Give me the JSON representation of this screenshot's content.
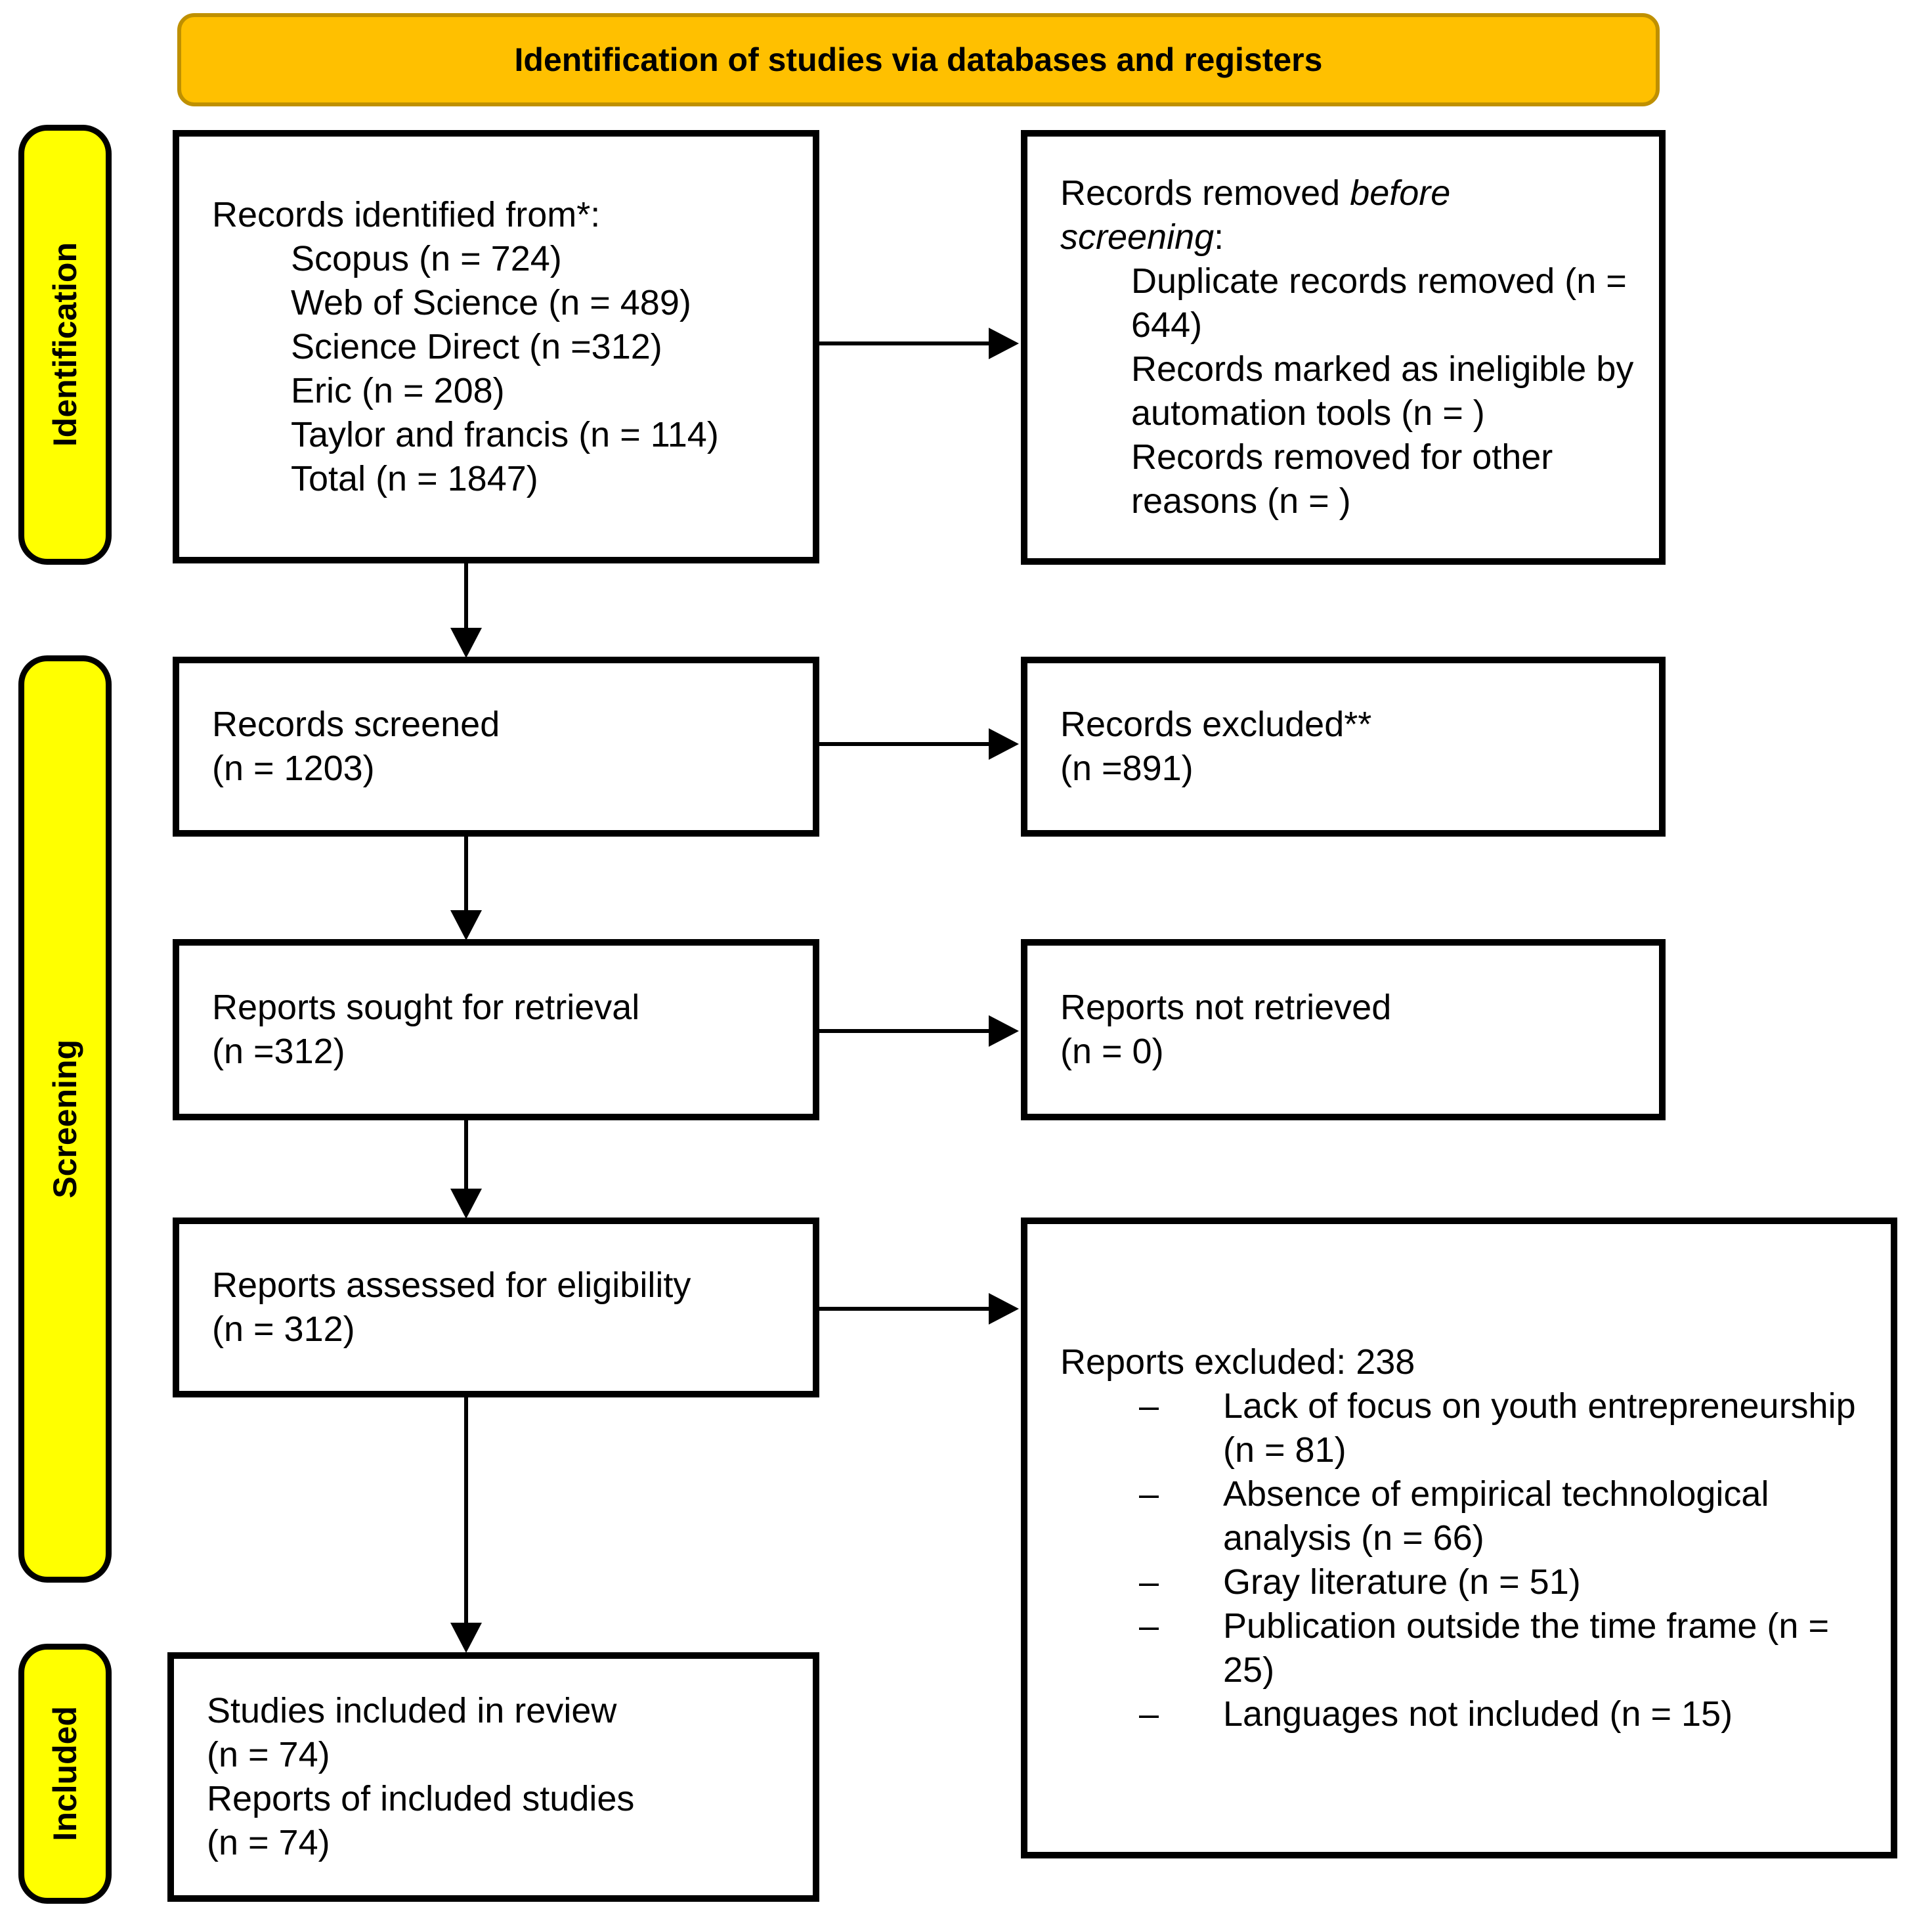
{
  "figure": {
    "title": "Identification of studies via databases and registers"
  },
  "colors": {
    "banner_fill": "#FFC000",
    "banner_border": "#BF9000",
    "stage_fill": "#FFFF00",
    "box_border": "#000000"
  },
  "stages": [
    {
      "label": "Identification"
    },
    {
      "label": "Screening"
    },
    {
      "label": "Included"
    }
  ],
  "boxes": {
    "identified": {
      "intro": "Records identified from*:",
      "items": [
        "Scopus (n = 724)",
        "Web of Science (n = 489)",
        "Science Direct (n =312)",
        "Eric (n = 208)",
        "Taylor and francis (n = 114)",
        "Total (n = 1847)"
      ]
    },
    "removed": {
      "intro_prefix": "Records removed ",
      "intro_italic": "before screening",
      "intro_suffix": ":",
      "items": [
        "Duplicate records removed (n = 644)",
        "Records marked as ineligible by automation tools (n = )",
        "Records removed for other reasons (n = )"
      ]
    },
    "screened": {
      "line1": "Records screened",
      "line2": "(n = 1203)"
    },
    "records_excluded": {
      "line1": "Records excluded**",
      "line2": "(n =891)"
    },
    "sought": {
      "line1": "Reports sought for retrieval",
      "line2": "(n =312)"
    },
    "not_retrieved": {
      "line1": "Reports not retrieved",
      "line2": "(n = 0)"
    },
    "assessed": {
      "line1": "Reports assessed for eligibility",
      "line2": "(n = 312)"
    },
    "reports_excluded": {
      "intro": "Reports excluded: 238",
      "marker": "–",
      "items": [
        "Lack of focus on youth entrepreneurship (n = 81)",
        "Absence of empirical technological analysis (n = 66)",
        "Gray literature (n = 51)",
        "Publication outside the time frame (n = 25)",
        "Languages not included (n = 15)"
      ]
    },
    "included": {
      "line1": "Studies included in review",
      "line2": "(n = 74)",
      "line3": "Reports of included studies",
      "line4": "(n = 74)"
    }
  }
}
